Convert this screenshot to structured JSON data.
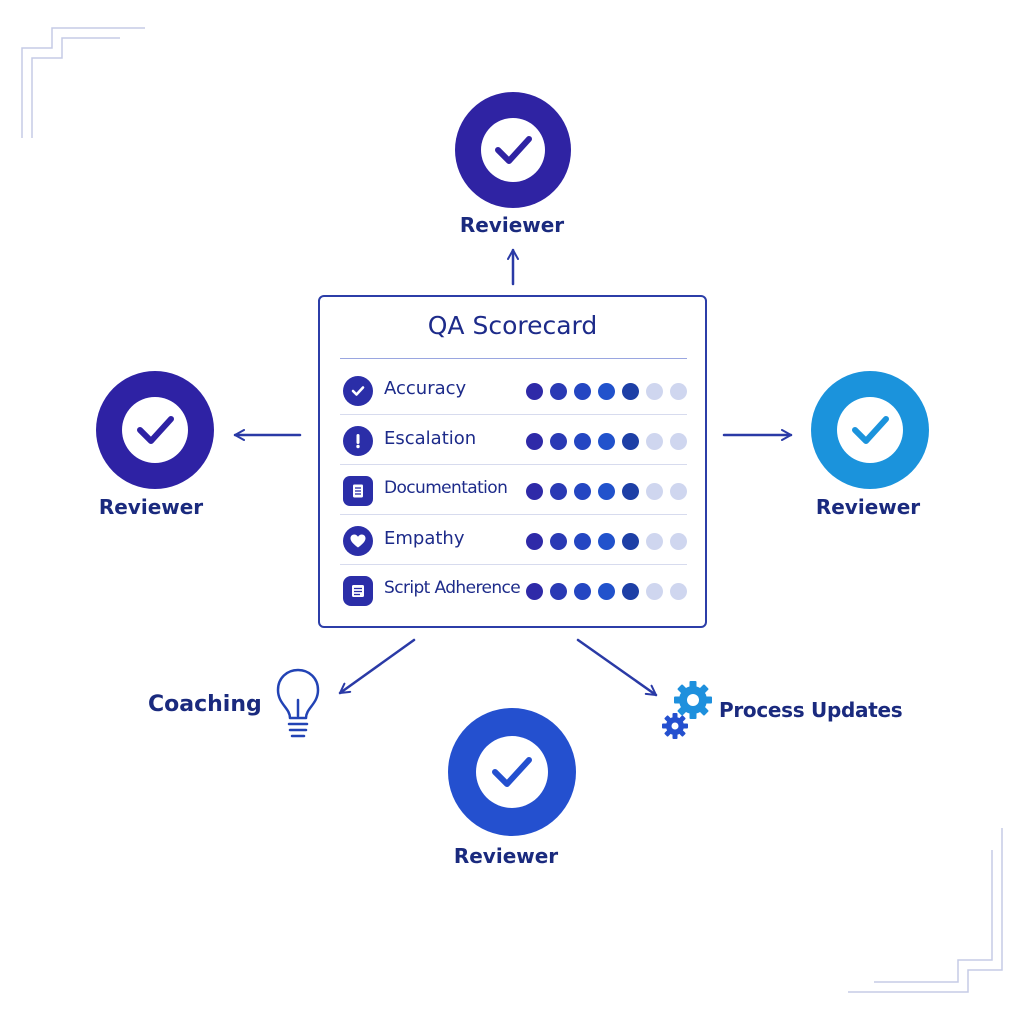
{
  "card": {
    "title": "QA Scorecard",
    "criteria": [
      {
        "label": "Accuracy",
        "icon": "check-circle-icon",
        "score": 5,
        "max": 7
      },
      {
        "label": "Escalation",
        "icon": "exclamation-icon",
        "score": 5,
        "max": 7
      },
      {
        "label": "Documentation",
        "icon": "document-icon",
        "score": 5,
        "max": 7
      },
      {
        "label": "Empathy",
        "icon": "heart-icon",
        "score": 5,
        "max": 7
      },
      {
        "label": "Script Adherence",
        "icon": "script-icon",
        "score": 5,
        "max": 7
      }
    ]
  },
  "reviewers": {
    "top": "Reviewer",
    "left": "Reviewer",
    "right": "Reviewer",
    "bottom": "Reviewer"
  },
  "outputs": {
    "coaching": "Coaching",
    "process_updates": "Process Updates"
  },
  "colors": {
    "dark_indigo": "#2f23a3",
    "royal_blue": "#2450cf",
    "sky_blue": "#1b93dc",
    "text_navy": "#1a2a7e",
    "dot_empty": "#cfd6ef"
  }
}
